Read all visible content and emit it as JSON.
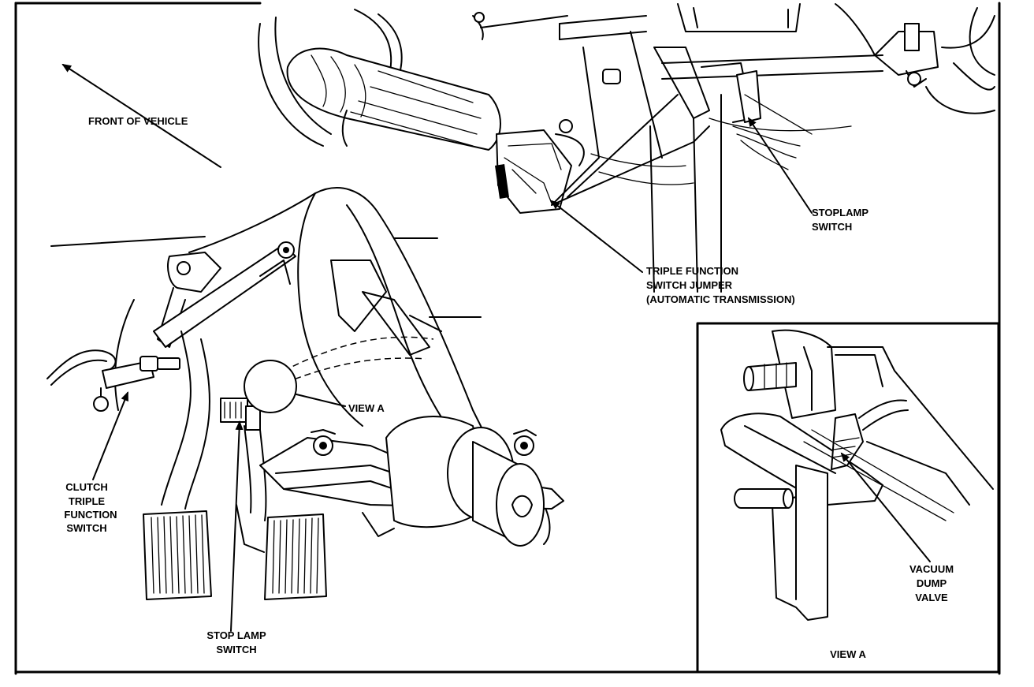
{
  "diagram": {
    "labels": {
      "front_of_vehicle": "FRONT OF VEHICLE",
      "stoplamp_switch_top": [
        "STOPLAMP",
        "SWITCH"
      ],
      "triple_function_jumper": [
        "TRIPLE FUNCTION",
        "SWITCH JUMPER",
        "(AUTOMATIC TRANSMISSION)"
      ],
      "view_a_callout": "VIEW A",
      "clutch_switch": [
        "CLUTCH",
        "TRIPLE",
        "FUNCTION",
        "SWITCH"
      ],
      "stop_lamp_switch_bottom": [
        "STOP LAMP",
        "SWITCH"
      ],
      "vacuum_dump_valve": [
        "VACUUM",
        "DUMP",
        "VALVE"
      ],
      "inset_title": "VIEW A"
    }
  }
}
